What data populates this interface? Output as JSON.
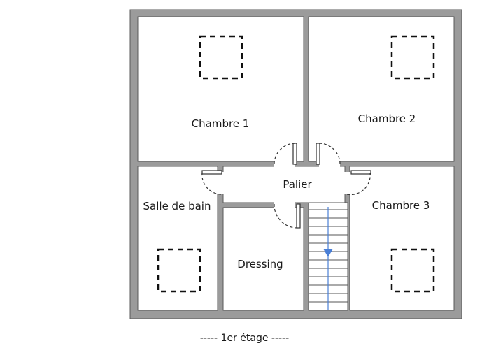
{
  "rooms": {
    "chambre1": "Chambre 1",
    "chambre2": "Chambre 2",
    "chambre3": "Chambre 3",
    "salle_de_bain": "Salle de bain",
    "palier": "Palier",
    "dressing": "Dressing"
  },
  "caption": "-----  1er étage  -----",
  "colors": {
    "wall": "#9b9b9b",
    "wall_outline": "#5a5a5a",
    "stair_arrow": "#4a7fd6"
  }
}
